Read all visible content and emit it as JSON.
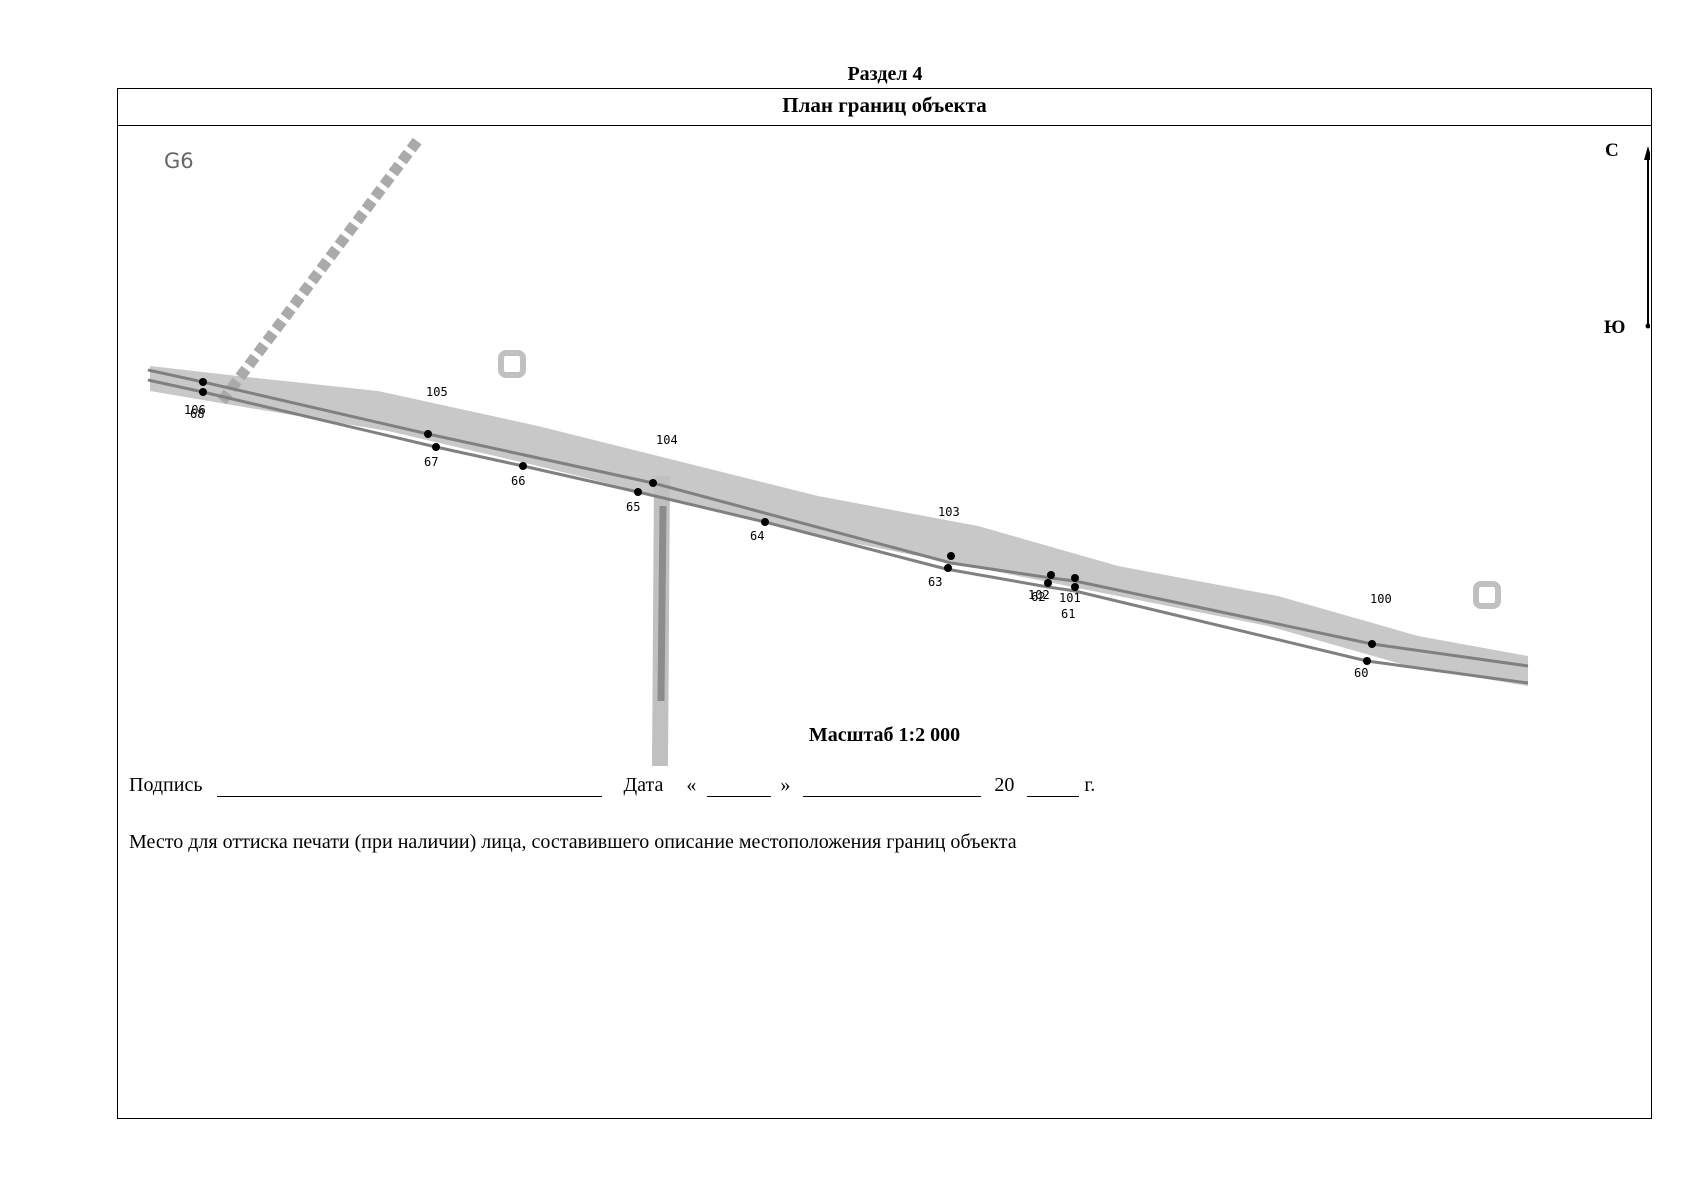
{
  "document": {
    "section_title": "Раздел 4",
    "header_title": "План границ объекта",
    "sheet_label": "G6",
    "north_label": "С",
    "south_label": "Ю",
    "scale_text": "Масштаб 1:2 000",
    "signature_label": "Подпись",
    "date_label": "Дата",
    "quote_open": "«",
    "quote_close": "»",
    "year_prefix": "20",
    "year_suffix": "г.",
    "stamp_text": "Место для оттиска печати (при наличии) лица, составившего описание местоположения границ объекта"
  },
  "map": {
    "point_labels": {
      "p105": "105",
      "p104": "104",
      "p103": "103",
      "p100": "100",
      "p106": "106",
      "p68": "68",
      "p67": "67",
      "p66": "66",
      "p65": "65",
      "p64": "64",
      "p63": "63",
      "p102": "102",
      "p62": "62",
      "p101": "101",
      "p61": "61",
      "p60": "60"
    },
    "colors": {
      "boundary": "#808080",
      "road": "#c0c0c0",
      "road_dark": "#999999"
    }
  }
}
